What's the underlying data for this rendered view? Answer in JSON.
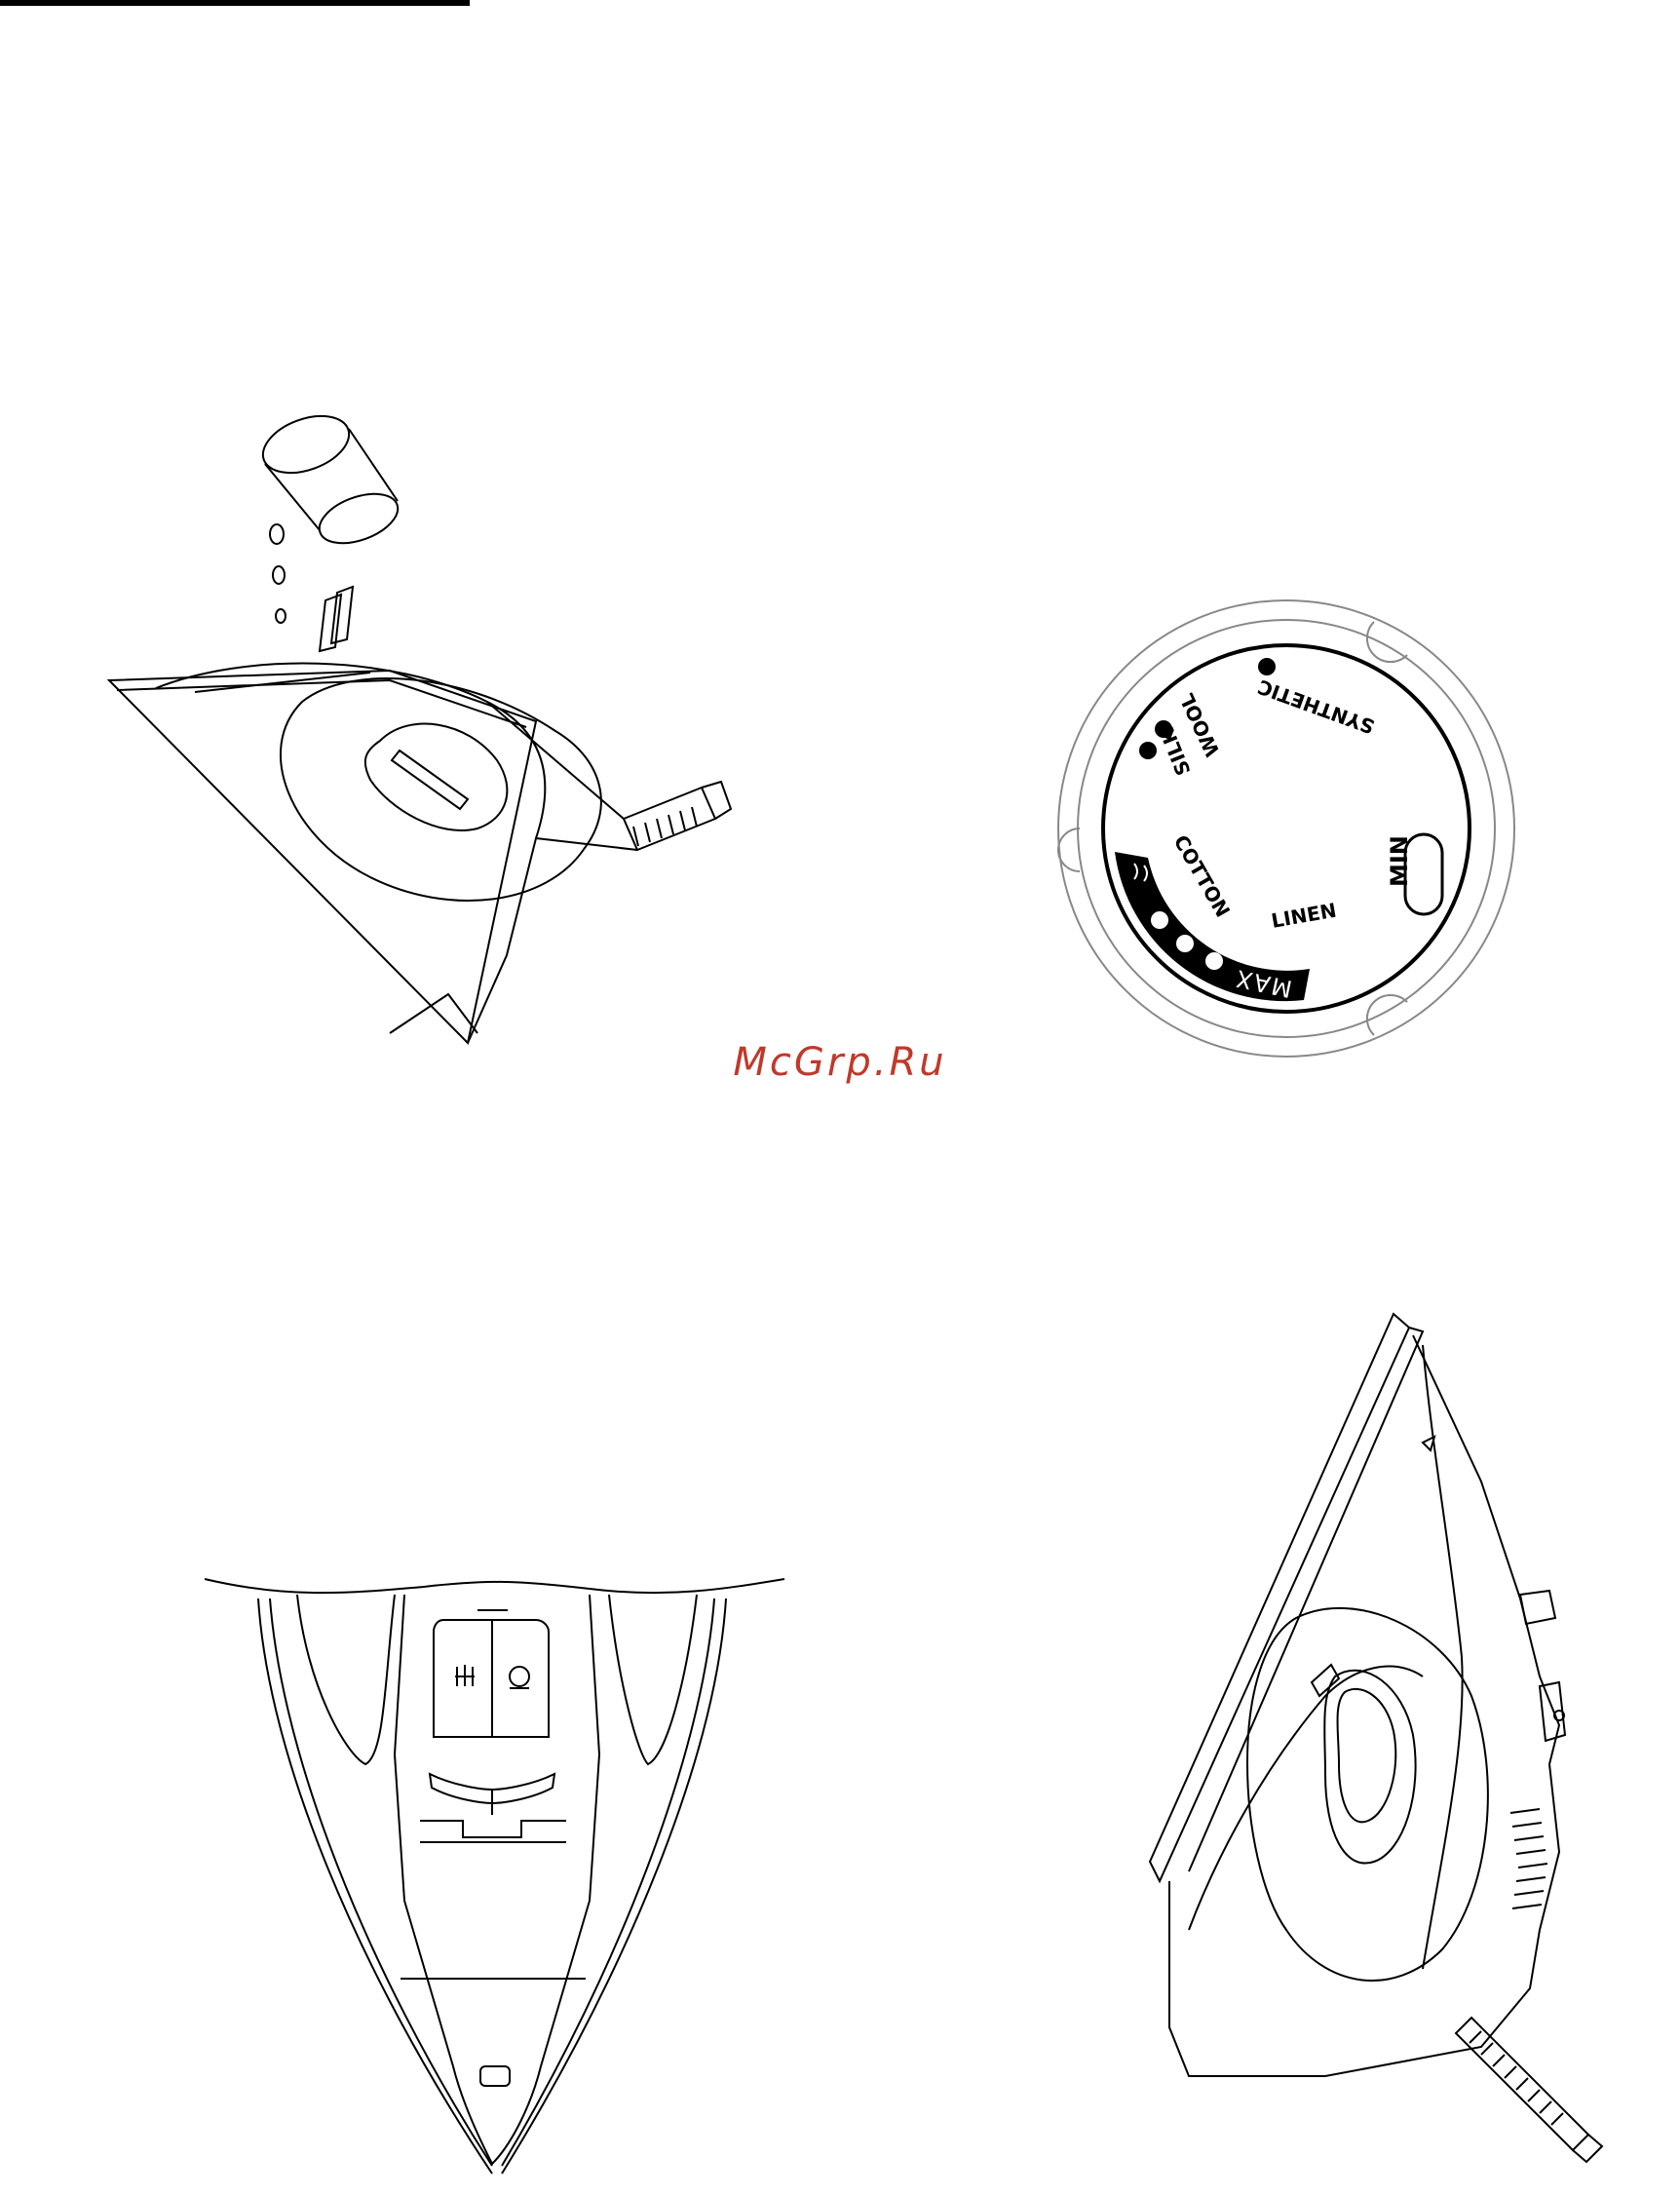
{
  "page": {
    "watermark": "McGrp.Ru",
    "watermark_color": "#c0392b"
  },
  "figures": {
    "filling": {
      "icon": "iron-filling-water-icon"
    },
    "dial": {
      "icon": "temperature-dial-icon",
      "labels": {
        "synthetic": "SYNTHETIC",
        "silk": "SILK",
        "wool": "WOOL",
        "cotton": "COTTON",
        "linen": "LINEN",
        "max": "MAX",
        "min": "MIN"
      }
    },
    "handle_top": {
      "icon": "iron-handle-buttons-icon"
    },
    "iron_side": {
      "icon": "steam-iron-side-icon"
    }
  }
}
